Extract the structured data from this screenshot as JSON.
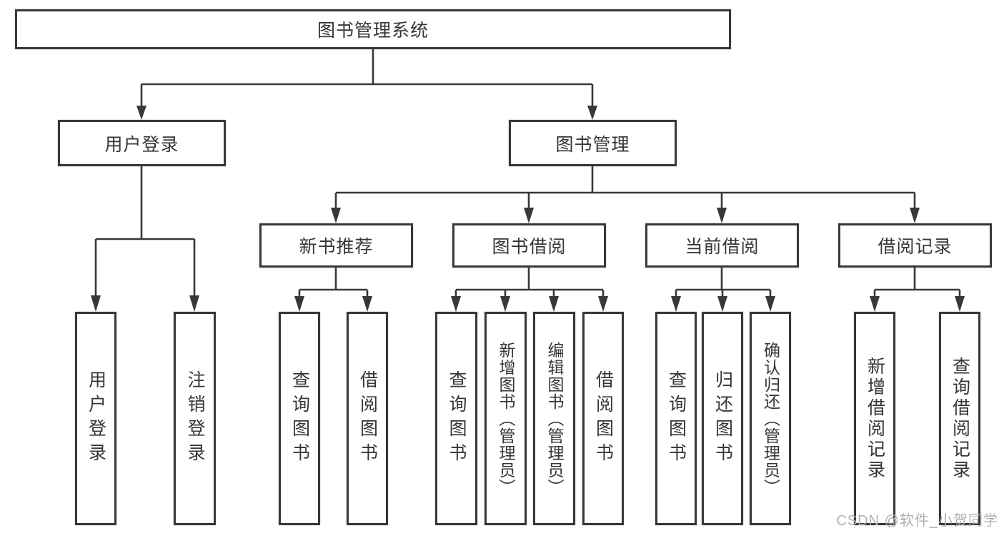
{
  "diagram": {
    "type": "tree",
    "tree": {
      "label": "图书管理系统",
      "children": [
        {
          "label": "用户登录",
          "children": [
            {
              "label": "用户登录"
            },
            {
              "label": "注销登录"
            }
          ]
        },
        {
          "label": "图书管理",
          "children": [
            {
              "label": "新书推荐",
              "children": [
                {
                  "label": "查询图书"
                },
                {
                  "label": "借阅图书"
                }
              ]
            },
            {
              "label": "图书借阅",
              "children": [
                {
                  "label": "查询图书"
                },
                {
                  "label": "新增图书（管理员）"
                },
                {
                  "label": "编辑图书（管理员）"
                },
                {
                  "label": "借阅图书"
                }
              ]
            },
            {
              "label": "当前借阅",
              "children": [
                {
                  "label": "查询图书"
                },
                {
                  "label": "归还图书"
                },
                {
                  "label": "确认归还（管理员）"
                }
              ]
            },
            {
              "label": "借阅记录",
              "children": [
                {
                  "label": "新增借阅记录"
                },
                {
                  "label": "查询借阅记录"
                }
              ]
            }
          ]
        }
      ]
    },
    "colors": {
      "line": "#383838",
      "box_border": "#383838",
      "box_fill": "#ffffff",
      "text": "#363636",
      "watermark": "#b0b0b0",
      "background": "#ffffff"
    },
    "watermark": "CSDN @软件_小贺同学"
  }
}
